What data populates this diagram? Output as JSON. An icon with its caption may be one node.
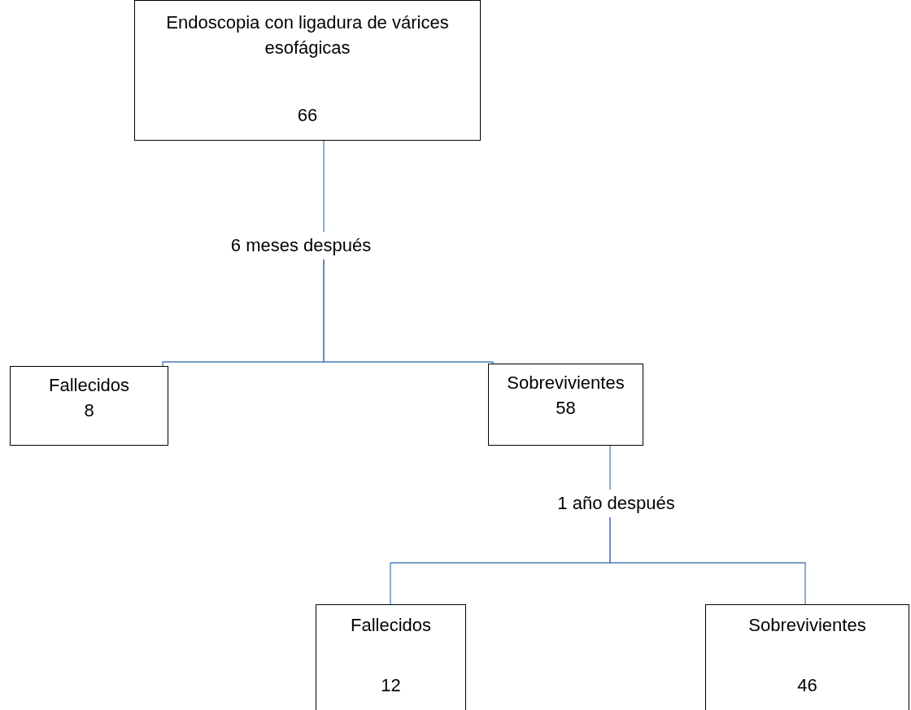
{
  "diagram": {
    "nodes": [
      {
        "text": [
          "Endoscopia con ligadura de várices esofágicas",
          "66"
        ]
      },
      {
        "text": [
          "6 meses después"
        ]
      },
      {
        "text": [
          "Fallecidos",
          "8"
        ]
      },
      {
        "text": [
          "Sobrevivientes",
          "58"
        ]
      },
      {
        "text": [
          "1 año después"
        ]
      },
      {
        "text": [
          "Fallecidos",
          "12"
        ]
      },
      {
        "text": [
          "Sobrevivientes",
          "46"
        ]
      }
    ],
    "edges": [
      {
        "from": 0,
        "to": 1,
        "arrow": "none"
      },
      {
        "from": 1,
        "to": 2,
        "arrow": "none"
      },
      {
        "from": 1,
        "to": 3,
        "arrow": "none"
      },
      {
        "from": 3,
        "to": 4,
        "arrow": "none"
      },
      {
        "from": 4,
        "to": 5,
        "arrow": "none"
      },
      {
        "from": 4,
        "to": 6,
        "arrow": "none"
      }
    ]
  }
}
